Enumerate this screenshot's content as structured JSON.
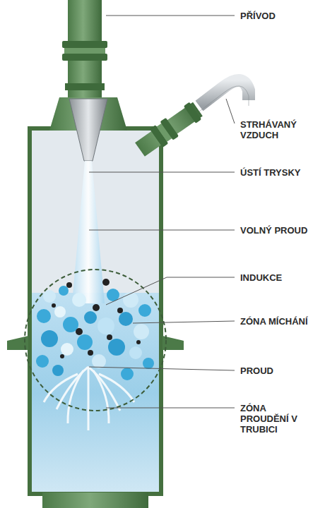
{
  "diagram": {
    "labels": [
      "PŘÍVOD",
      "STRHÁVANÝ VZDUCH",
      "ÚSTÍ TRYSKY",
      "VOLNÝ PROUD",
      "INDUKCE",
      "ZÓNA MÍCHÁNÍ",
      "PROUD",
      "ZÓNA PROUDĚNÍ V TRUBICI"
    ]
  }
}
